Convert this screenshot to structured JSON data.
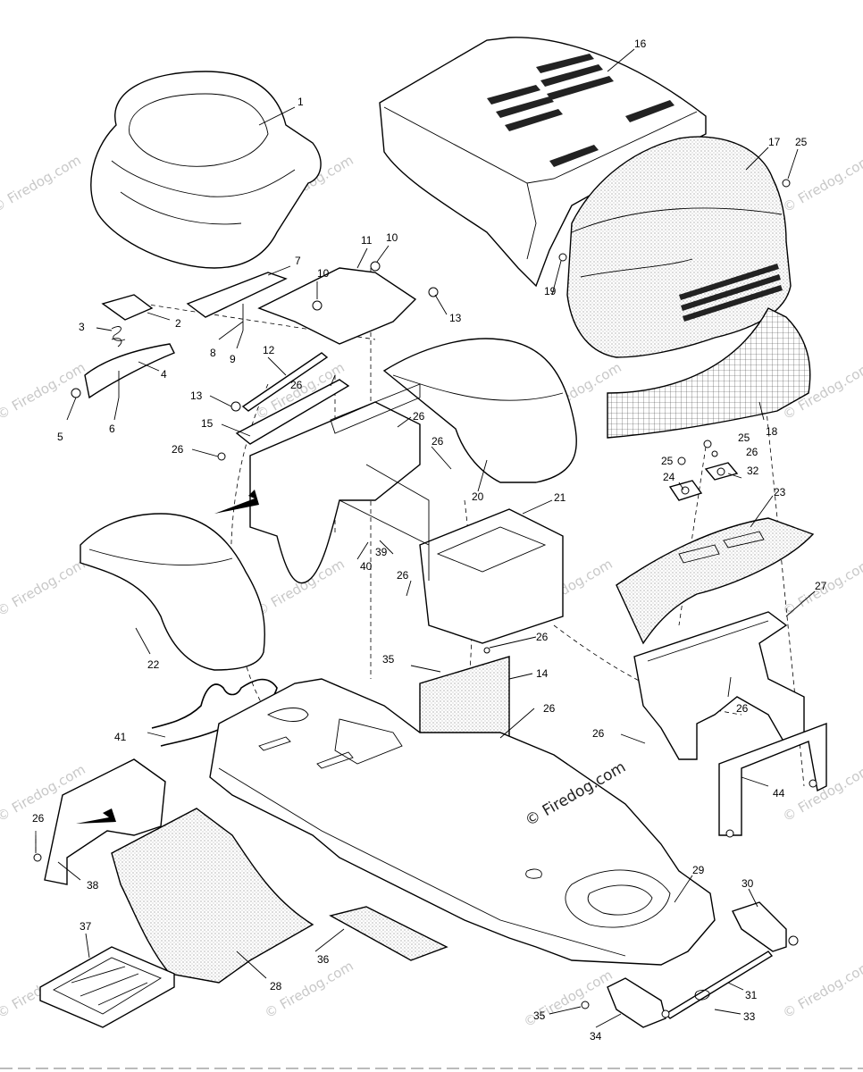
{
  "watermark": {
    "text": "© Firedog.com",
    "main_text": "© Firedog.com"
  },
  "callouts": {
    "c1": "1",
    "c2": "2",
    "c3": "3",
    "c4": "4",
    "c5": "5",
    "c6": "6",
    "c7": "7",
    "c8": "8",
    "c9": "9",
    "c10a": "10",
    "c10b": "10",
    "c11": "11",
    "c12": "12",
    "c13a": "13",
    "c13b": "13",
    "c14": "14",
    "c15": "15",
    "c16": "16",
    "c17": "17",
    "c18": "18",
    "c19": "19",
    "c20": "20",
    "c21": "21",
    "c22": "22",
    "c23": "23",
    "c24": "24",
    "c25a": "25",
    "c25b": "25",
    "c25c": "25",
    "c26a": "26",
    "c26b": "26",
    "c26c": "26",
    "c26d": "26",
    "c26e": "26",
    "c26f": "26",
    "c26g": "26",
    "c26h": "26",
    "c26i": "26",
    "c26j": "26",
    "c27": "27",
    "c28": "28",
    "c29": "29",
    "c30": "30",
    "c31": "31",
    "c32": "32",
    "c33": "33",
    "c34": "34",
    "c35a": "35",
    "c35b": "35",
    "c36": "36",
    "c37": "37",
    "c38": "38",
    "c39": "39",
    "c40": "40",
    "c41": "41",
    "c44": "44"
  }
}
